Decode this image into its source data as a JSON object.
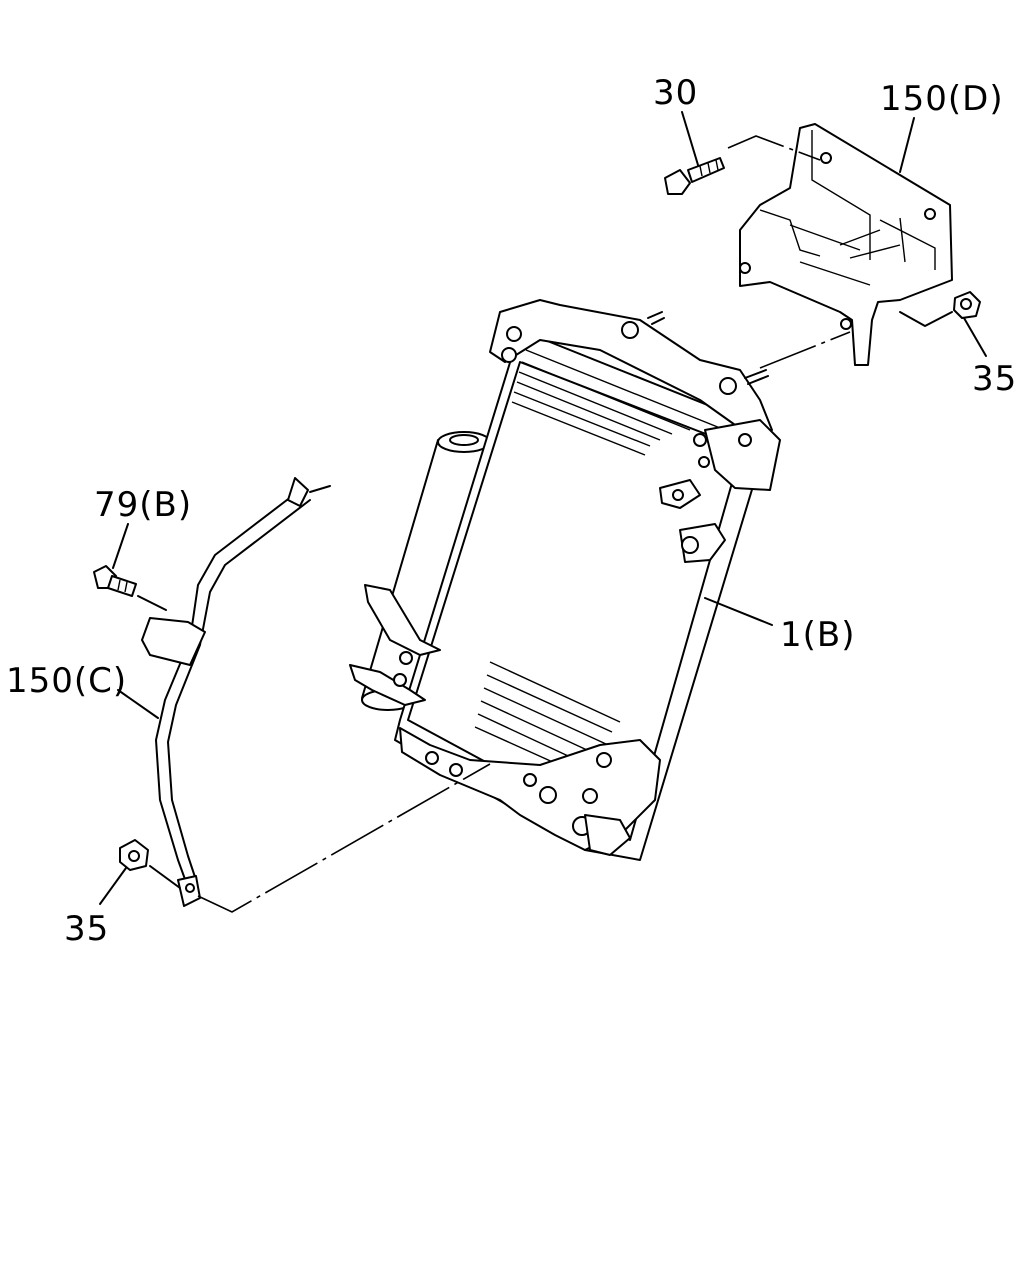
{
  "callouts": {
    "p30": "30",
    "p150d": "150(D)",
    "p35_right": "35",
    "p79b": "79(B)",
    "p1b": "1(B)",
    "p150c": "150(C)",
    "p35_left": "35"
  }
}
